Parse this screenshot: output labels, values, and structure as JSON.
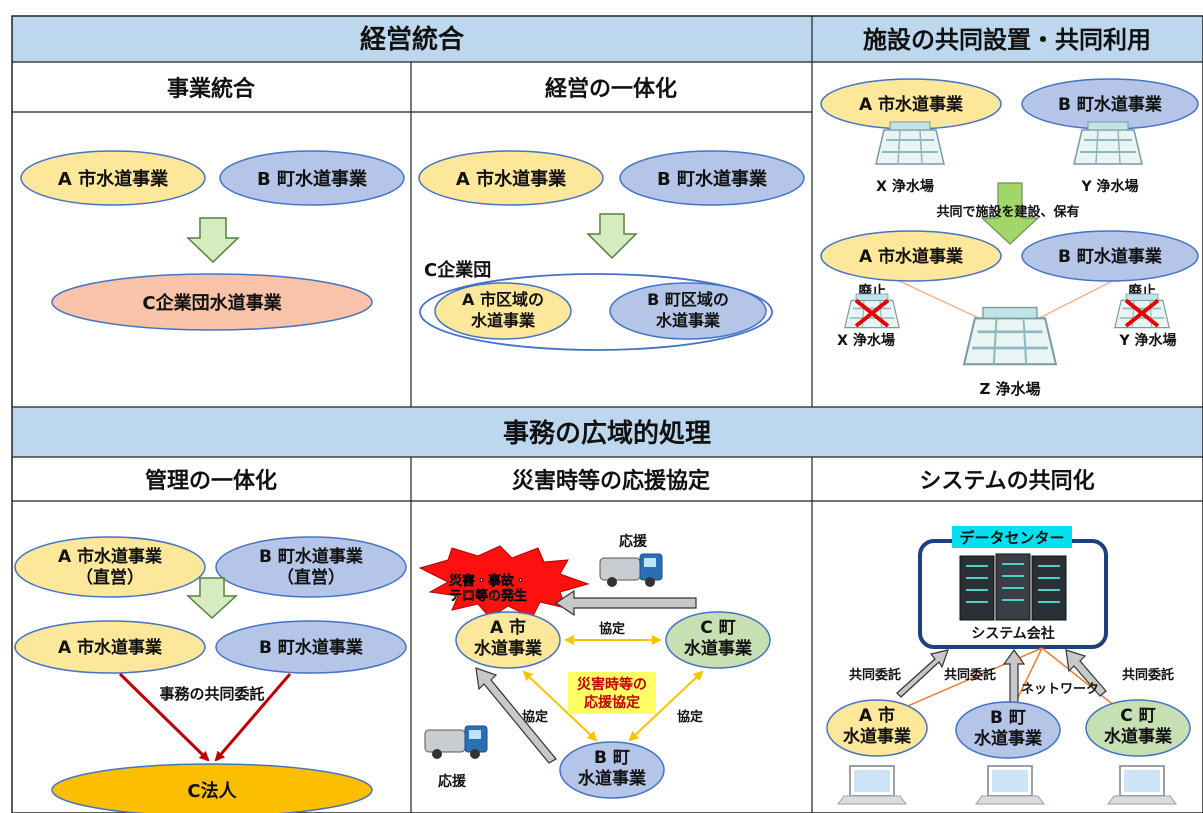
{
  "headers": {
    "merger": "経営統合",
    "facility": "施設の共同設置・共同利用",
    "wide_area": "事務の広域的処理"
  },
  "subheaders": {
    "business_merger": "事業統合",
    "mgmt_unification": "経営の一体化",
    "admin_unification": "管理の一体化",
    "disaster_agreement": "災害時等の応援協定",
    "system_sharing": "システムの共同化"
  },
  "p1": {
    "a": "A 市水道事業",
    "b": "B 町水道事業",
    "c": "C企業団水道事業"
  },
  "p2": {
    "a": "A 市水道事業",
    "b": "B 町水道事業",
    "group": "C企業団",
    "a1": "A 市区域の",
    "a2": "水道事業",
    "b1": "B 町区域の",
    "b2": "水道事業"
  },
  "p3": {
    "a": "A 市水道事業",
    "b": "B 町水道事業",
    "x": "X 浄水場",
    "y": "Y 浄水場",
    "joint": "共同で施設を建設、保有",
    "a2": "A 市水道事業",
    "b2": "B 町水道事業",
    "abolish1": "廃止",
    "abolish2": "廃止",
    "x2": "X 浄水場",
    "y2": "Y 浄水場",
    "z": "Z 浄水場"
  },
  "p4": {
    "a1_l1": "A 市水道事業",
    "a1_l2": "（直営）",
    "b1_l1": "B 町水道事業",
    "b1_l2": "（直営）",
    "a2": "A 市水道事業",
    "b2": "B 町水道事業",
    "consign": "事務の共同委託",
    "c": "C法人"
  },
  "p5": {
    "support_top": "応援",
    "disaster_l1": "災害・事故・",
    "disaster_l2": "テロ等の発生",
    "a_l1": "A 市",
    "a_l2": "水道事業",
    "c_l1": "C 町",
    "c_l2": "水道事業",
    "b_l1": "B 町",
    "b_l2": "水道事業",
    "agreement_top": "協定",
    "agreement_left": "協定",
    "agreement_right": "協定",
    "center_l1": "災害時等の",
    "center_l2": "応援協定",
    "support_bottom": "応援"
  },
  "p6": {
    "datacenter": "データセンター",
    "company": "システム会社",
    "consign_left": "共同委託",
    "consign_mid": "共同委託",
    "consign_right": "共同委託",
    "network": "ネットワーク",
    "a_l1": "A 市",
    "a_l2": "水道事業",
    "b_l1": "B 町",
    "b_l2": "水道事業",
    "c_l1": "C 町",
    "c_l2": "水道事業"
  },
  "colors": {
    "header_bg": "#bcd7ee",
    "a_fill": "#fde79a",
    "b_fill": "#b4c5e7",
    "c_salmon": "#f8c3a8",
    "c_orange": "#fbbf00",
    "c_green": "#c6e0b4",
    "arrow_green": "#d6ebc0",
    "red": "#c00000",
    "yellow_arrow": "#f5c400",
    "dc_label": "#00e0f0",
    "dc_border": "#1f3f7f"
  }
}
